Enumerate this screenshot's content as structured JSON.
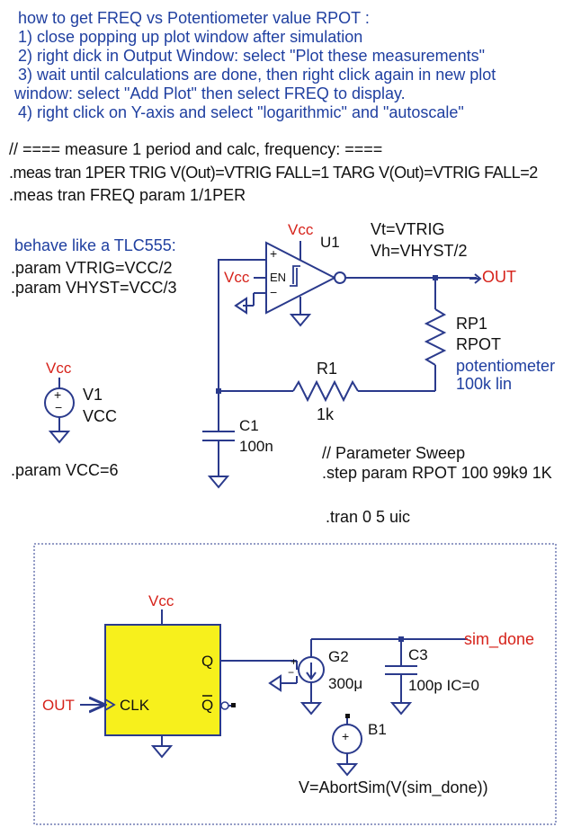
{
  "instructions": {
    "title": "how to get FREQ vs Potentiometer value RPOT :",
    "steps": [
      "1) close popping up plot window after simulation",
      "2) right dick in Output Window: select \"Plot these measurements\"",
      "3) wait until calculations are done, then right click again in new plot",
      "window: select \"Add Plot\" then select FREQ to display.",
      "4) right click on Y-axis and select \"logarithmic\" and \"autoscale\""
    ]
  },
  "measure": {
    "comment": "// ==== measure 1 period and calc, frequency: ====",
    "meas1": ".meas tran 1PER TRIG V(Out)=VTRIG FALL=1 TARG V(Out)=VTRIG FALL=2",
    "meas2": ".meas tran FREQ param 1/1PER"
  },
  "behave": {
    "title": "behave like a TLC555:",
    "param1": ".param VTRIG=VCC/2",
    "param2": ".param VHYST=VCC/3"
  },
  "comparator": {
    "name": "U1",
    "vcc_top": "Vcc",
    "vcc_left": "Vcc",
    "en": "EN",
    "plus": "+",
    "minus": "−",
    "vt": "Vt=VTRIG",
    "vh": "Vh=VHYST/2",
    "out": "OUT"
  },
  "rp1": {
    "name": "RP1",
    "value": "RPOT",
    "desc1": "potentiometer",
    "desc2": "100k lin"
  },
  "r1": {
    "name": "R1",
    "value": "1k"
  },
  "c1": {
    "name": "C1",
    "value": "100n"
  },
  "v1": {
    "net": "Vcc",
    "name": "V1",
    "value": "VCC",
    "plus": "+",
    "minus": "−"
  },
  "param_vcc": ".param VCC=6",
  "sweep": {
    "comment": "// Parameter Sweep",
    "step": ".step param RPOT 100 99k9 1K"
  },
  "tran": ".tran 0 5 uic",
  "flipflop": {
    "vcc": "Vcc",
    "q": "Q",
    "qbar": "Q",
    "clk": "CLK",
    "in_net": "OUT"
  },
  "g2": {
    "name": "G2",
    "value": "300μ",
    "plus": "+",
    "minus": "−"
  },
  "c3": {
    "name": "C3",
    "value": "100p IC=0"
  },
  "sim_done": "sim_done",
  "b1": {
    "name": "B1",
    "plus": "+",
    "expr": "V=AbortSim(V(sim_done))"
  },
  "colors": {
    "wire": "#2a3a8c",
    "net_label": "#d6221a",
    "comment_text": "#1f3fa0",
    "flipflop_fill": "#f7f01c"
  }
}
